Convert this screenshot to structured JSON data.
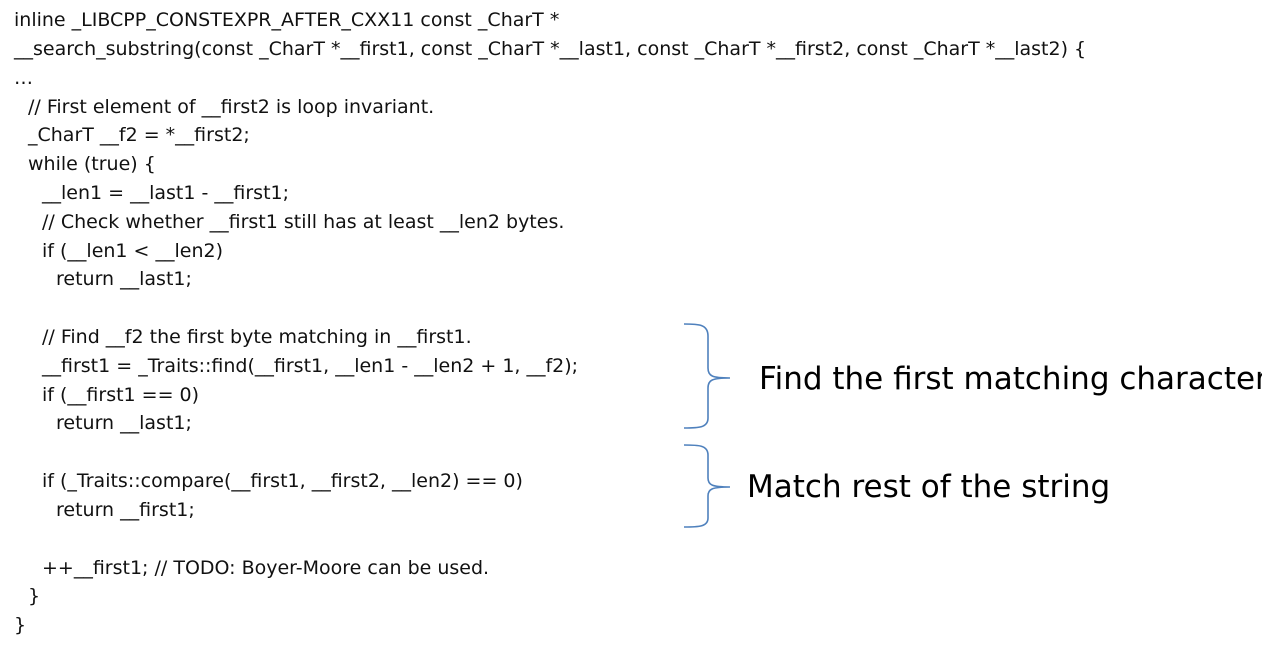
{
  "code_lines": [
    "inline _LIBCPP_CONSTEXPR_AFTER_CXX11 const _CharT *",
    "__search_substring(const _CharT *__first1, const _CharT *__last1, const _CharT *__first2, const _CharT *__last2) {",
    "…",
    "// First element of __first2 is loop invariant.",
    "_CharT __f2 = *__first2;",
    "while (true) {",
    "__len1 = __last1 - __first1;",
    "// Check whether __first1 still has at least __len2 bytes.",
    "if (__len1 < __len2)",
    "return __last1;",
    "// Find __f2 the first byte matching in __first1.",
    "__first1 = _Traits::find(__first1, __len1 - __len2 + 1, __f2);",
    "if (__first1 == 0)",
    "return __last1;",
    "if (_Traits::compare(__first1, __first2, __len2) == 0)",
    "return __first1;",
    "++__first1; // TODO: Boyer-Moore can be used.",
    "}",
    "}"
  ],
  "annotations": {
    "find_first": "Find the first matching character",
    "match_rest": "Match rest of the string"
  },
  "colors": {
    "brace": "#4f81bd",
    "text": "#111111"
  }
}
